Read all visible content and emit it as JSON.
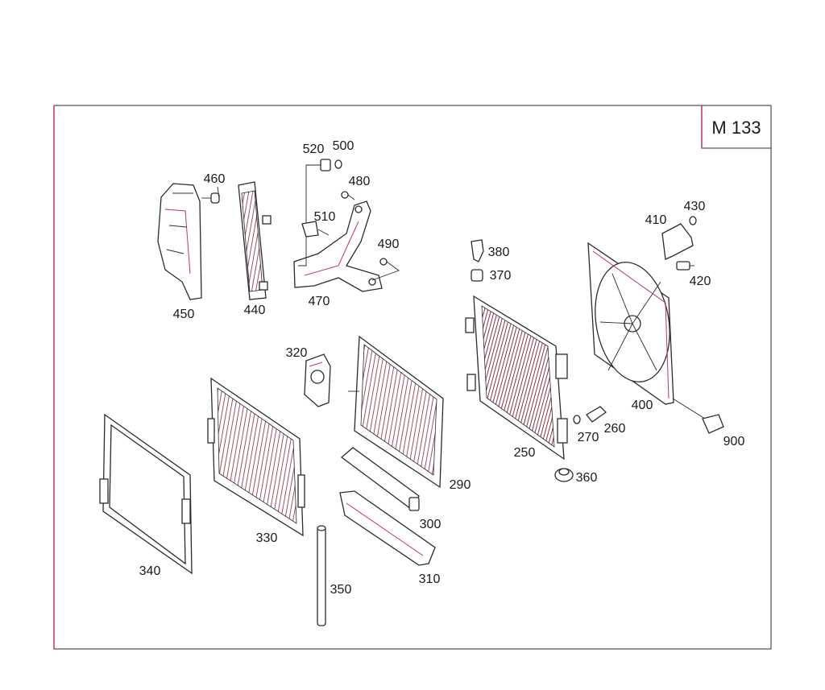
{
  "diagram": {
    "group_code": "M 133",
    "accent_color": "#c8325a",
    "callouts": {
      "c520": "520",
      "c500": "500",
      "c460": "460",
      "c480": "480",
      "c510": "510",
      "c490": "490",
      "c450": "450",
      "c440": "440",
      "c470": "470",
      "c380": "380",
      "c370": "370",
      "c410": "410",
      "c430": "430",
      "c420": "420",
      "c320": "320",
      "c400": "400",
      "c250": "250",
      "c270": "270",
      "c260": "260",
      "c900": "900",
      "c290": "290",
      "c360": "360",
      "c330": "330",
      "c300": "300",
      "c340": "340",
      "c310": "310",
      "c350": "350"
    }
  }
}
